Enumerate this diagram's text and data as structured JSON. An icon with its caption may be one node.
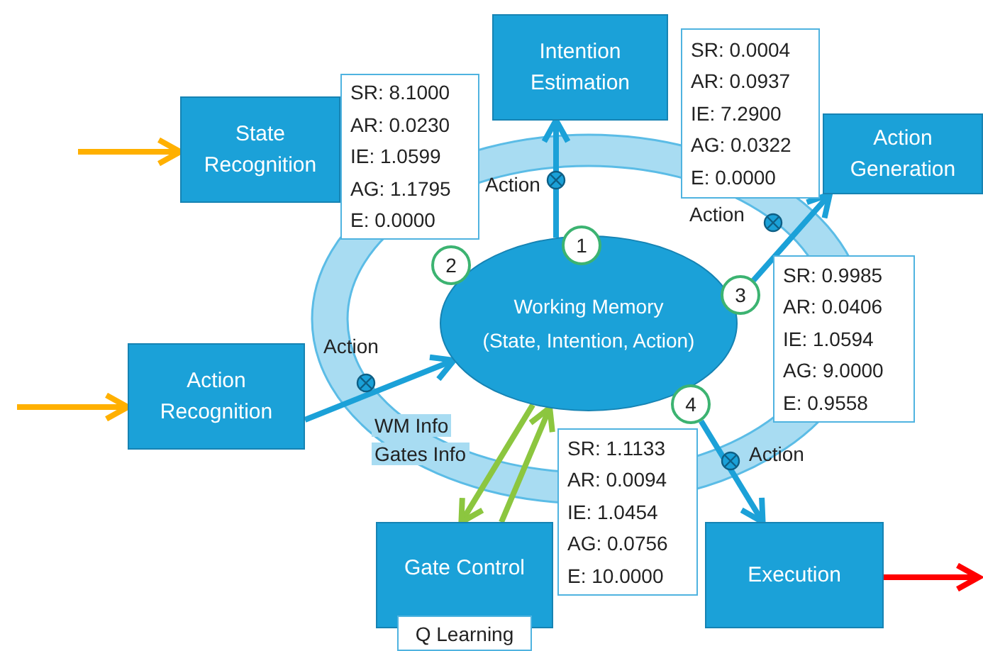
{
  "diagram": {
    "nodes": [
      {
        "text": [
          "State Recognition"
        ]
      },
      {
        "text": [
          "Intention Estimation"
        ]
      },
      {
        "text": [
          "Action Generation"
        ]
      },
      {
        "text": [
          "Action Recognition"
        ]
      },
      {
        "text": [
          "Working Memory",
          "(State, Intention, Action)"
        ]
      },
      {
        "text": [
          "Gate Control"
        ]
      },
      {
        "text": [
          "Q Learning"
        ]
      },
      {
        "text": [
          "Execution"
        ]
      },
      {
        "text": [
          "SR: 8.1000",
          "AR: 0.0230",
          "IE: 1.0599",
          "AG: 1.1795",
          "E: 0.0000"
        ]
      },
      {
        "text": [
          "SR: 0.0004",
          "AR: 0.0937",
          "IE: 7.2900",
          "AG: 0.0322",
          "E: 0.0000"
        ]
      },
      {
        "text": [
          "SR: 0.9985",
          "AR: 0.0406",
          "IE: 1.0594",
          "AG: 9.0000",
          "E: 0.9558"
        ]
      },
      {
        "text": [
          "SR: 1.1133",
          "AR: 0.0094",
          "IE: 1.0454",
          "AG: 0.0756",
          "E: 10.0000"
        ]
      },
      {
        "text": [
          "1"
        ]
      },
      {
        "text": [
          "2"
        ]
      },
      {
        "text": [
          "3"
        ]
      },
      {
        "text": [
          "4"
        ]
      }
    ],
    "edges": [
      {
        "from": null,
        "to": 0,
        "arrow": "to",
        "color": "#ffb000"
      },
      {
        "from": null,
        "to": 3,
        "arrow": "to",
        "color": "#ffb000"
      },
      {
        "from": 7,
        "to": null,
        "arrow": "to",
        "color": "#ff0000"
      },
      {
        "from": 4,
        "to": 1,
        "arrow": "to",
        "label": "Action"
      },
      {
        "from": 14,
        "to": 2,
        "arrow": "to",
        "label": "Action"
      },
      {
        "from": 3,
        "to": 4,
        "arrow": "to",
        "label": "Action"
      },
      {
        "from": 15,
        "to": 7,
        "arrow": "to",
        "label": "Action"
      },
      {
        "from": 4,
        "to": 5,
        "arrow": "to",
        "color": "#8cc63f"
      },
      {
        "from": 5,
        "to": 4,
        "arrow": "to",
        "color": "#8cc63f"
      }
    ],
    "labels": [
      "WM Info",
      "Gates Info"
    ]
  }
}
